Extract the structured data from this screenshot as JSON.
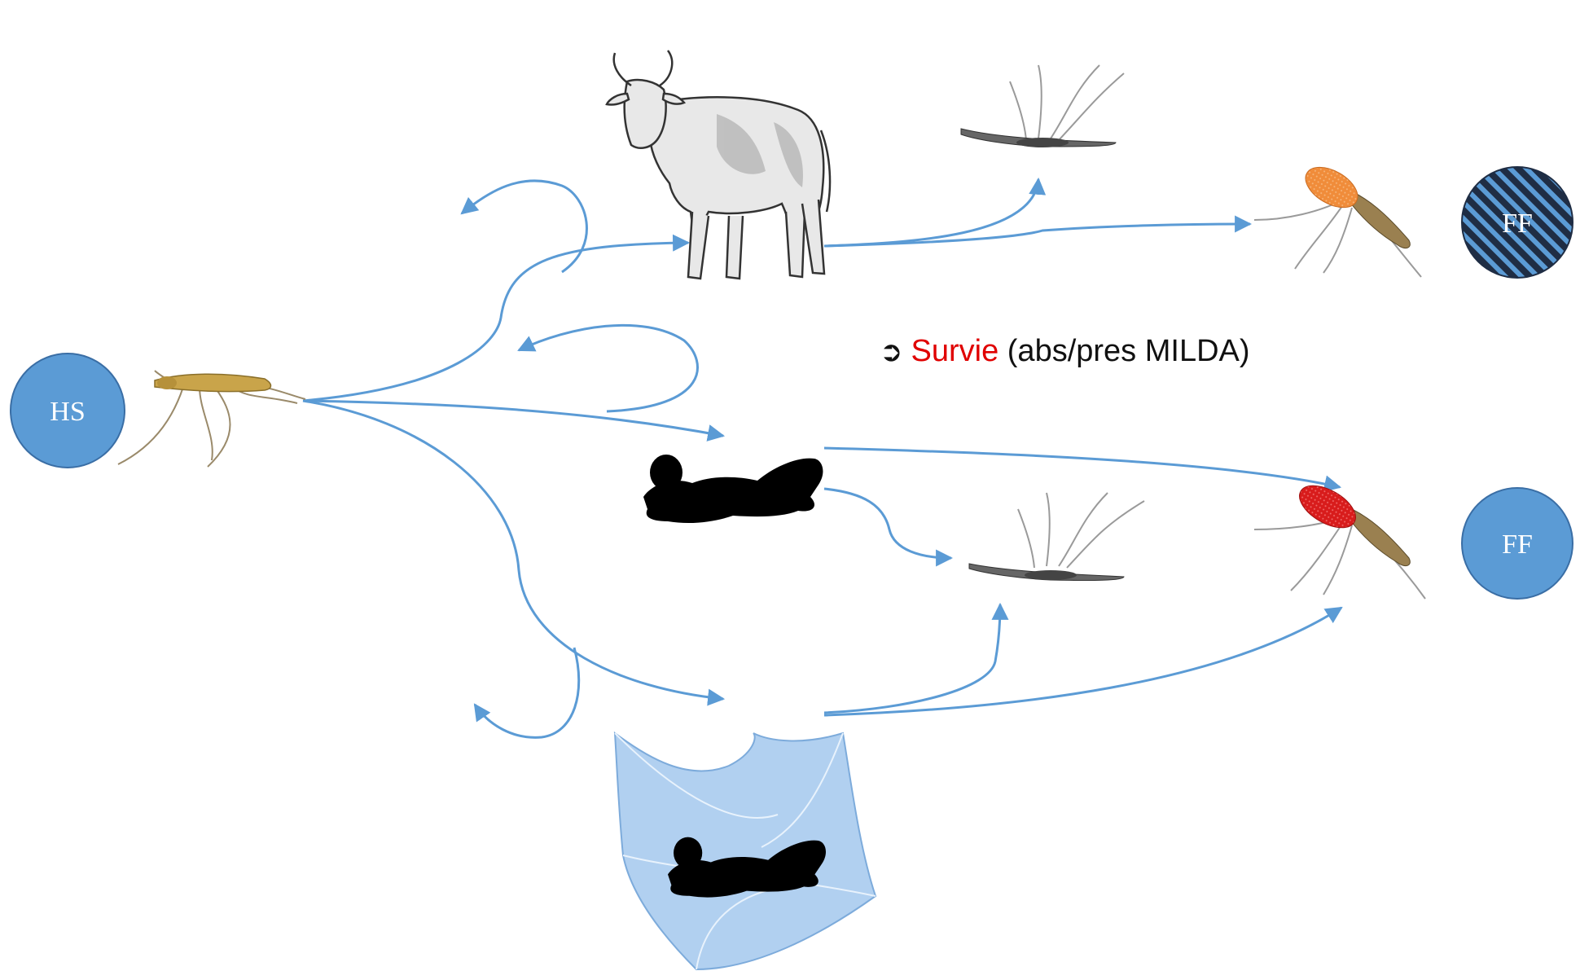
{
  "colors": {
    "arrow": "#5b9bd5",
    "circle": "#5b9bd5",
    "circle_stroke": "#3a6ea5",
    "highlight": "#e00000",
    "silhouette": "#000000",
    "net": "#9ec4ec",
    "blood_meal_orange": "#f08c3a",
    "blood_meal_red": "#d81c1c"
  },
  "nodes": {
    "hs_label": "HS",
    "ff_top_label": "FF",
    "ff_bottom_label": "FF"
  },
  "caption": {
    "symbol": "➲",
    "highlight": "Survie",
    "rest": " (abs/pres MILDA)"
  },
  "icons": {
    "start_mosquito": "mosquito-icon",
    "cow": "cow-icon",
    "dead_mosquito": "dead-mosquito-icon",
    "fed_mosquito": "fed-mosquito-icon",
    "human": "sleeping-human-icon",
    "bednet": "bednet-icon"
  }
}
